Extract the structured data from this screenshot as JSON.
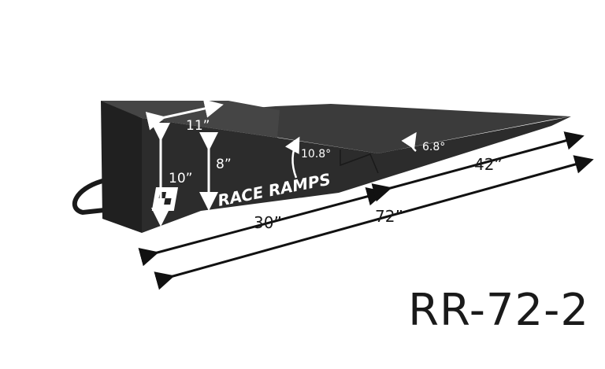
{
  "product": {
    "model": "RR-72-2",
    "logo_text": "RACE RAMPS"
  },
  "dimensions": {
    "top_width": "11”",
    "front_height": "10”",
    "step_height": "8”",
    "angle_upper": "10.8°",
    "angle_lower": "6.8°",
    "upper_length": "30”",
    "lower_length": "42”",
    "total_length": "72”"
  },
  "colors": {
    "ramp_side": "#2b2b2b",
    "ramp_top": "#3a3a3a",
    "ramp_front": "#222222",
    "arrow_dark": "#111111",
    "arrow_light": "#ffffff"
  }
}
